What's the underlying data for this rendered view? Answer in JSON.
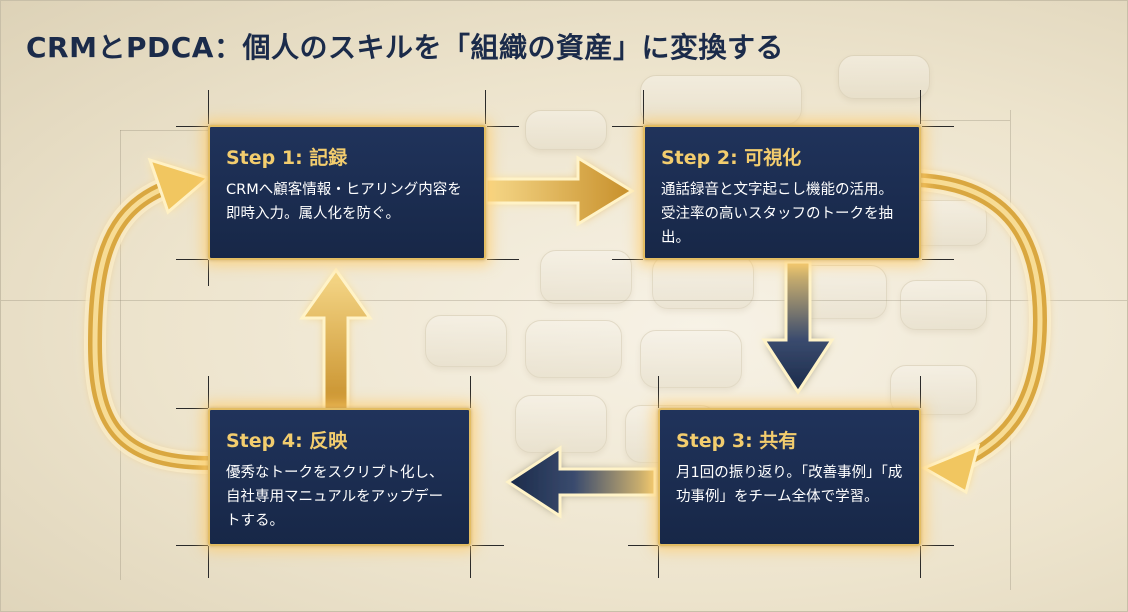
{
  "title": "CRMとPDCA：個人のスキルを「組織の資産」に変換する",
  "colors": {
    "card_background": "#1b2d52",
    "card_border": "#e3bd63",
    "step_title": "#f3cd6e",
    "card_text": "#ffffff",
    "title_text": "#1b2b4a",
    "arrow_gold": "#e8b84a"
  },
  "steps": [
    {
      "title": "Step 1: 記録",
      "body": "CRMへ顧客情報・ヒアリング内容を即時入力。属人化を防ぐ。"
    },
    {
      "title": "Step 2: 可視化",
      "body": "通話録音と文字起こし機能の活用。受注率の高いスタッフのトークを抽出。"
    },
    {
      "title": "Step 3: 共有",
      "body": "月1回の振り返り。「改善事例」「成功事例」をチーム全体で学習。"
    },
    {
      "title": "Step 4: 反映",
      "body": "優秀なトークをスクリプト化し、自社専用マニュアルをアップデートする。"
    }
  ],
  "flow": [
    {
      "from": "Step 1",
      "to": "Step 2"
    },
    {
      "from": "Step 2",
      "to": "Step 3"
    },
    {
      "from": "Step 3",
      "to": "Step 4"
    },
    {
      "from": "Step 4",
      "to": "Step 1"
    }
  ]
}
